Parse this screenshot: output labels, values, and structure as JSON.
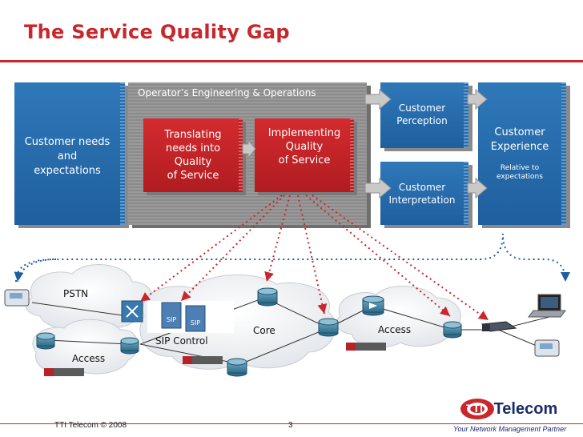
{
  "title": "The Service Quality Gap",
  "boxes": {
    "customer_needs": [
      "Customer needs",
      "and",
      "expectations"
    ],
    "operator": "Operator’s Engineering & Operations",
    "translating": [
      "Translating",
      "needs into",
      "Quality",
      "of Service"
    ],
    "implementing": [
      "Implementing",
      "Quality",
      "of Service"
    ],
    "perception": [
      "Customer",
      "Perception"
    ],
    "interpretation": [
      "Customer",
      "Interpretation"
    ],
    "experience": [
      "Customer",
      "Experience"
    ],
    "experience_note": [
      "Relative  to",
      "expectations"
    ]
  },
  "network": {
    "pstn": "PSTN",
    "access_left": "Access",
    "sip_control": "SIP Control",
    "core": "Core",
    "access_right": "Access"
  },
  "footer": {
    "copyright": "TTI Telecom © 2008",
    "page": "3",
    "logo_tti": "TTI",
    "logo_word": "Telecom",
    "tagline": "Your Network Management Partner"
  },
  "colors": {
    "brand_red": "#c8272b",
    "box_blue": "#2a6aa8",
    "box_red": "#c4252a"
  }
}
